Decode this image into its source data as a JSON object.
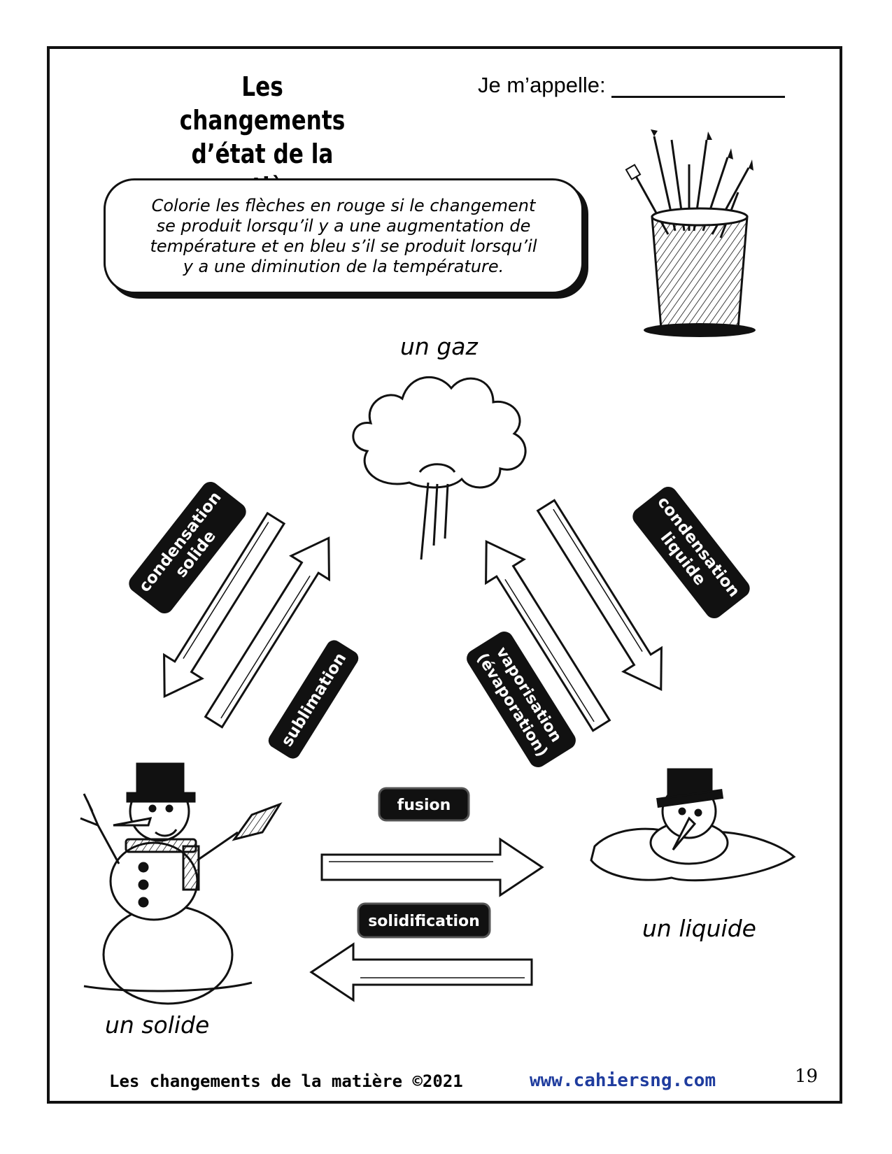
{
  "title": {
    "line1": "Les changements",
    "line2": "d’état de la matière"
  },
  "name_field": {
    "label": "Je m’appelle:"
  },
  "instructions": {
    "line1": "Colorie les flèches en rouge si le changement",
    "line2": "se produit lorsqu’il y a une augmentation de",
    "line3": "température et en bleu s’il se produit lorsqu’il",
    "line4": "y a une diminution de la température."
  },
  "states": {
    "gas": "un gaz",
    "solid": "un solide",
    "liquid": "un liquide"
  },
  "tags": {
    "condensation_solide": {
      "line1": "condensation",
      "line2": "solide"
    },
    "sublimation": "sublimation",
    "condensation_liquide": {
      "line1": "condensation",
      "line2": "liquide"
    },
    "vaporisation": {
      "line1": "vaporisation",
      "line2": "(évaporation)"
    },
    "fusion": "fusion",
    "solidification": "solidification"
  },
  "footer": {
    "left": "Les changements de la matière ©2021",
    "url": "www.cahiersng.com",
    "page": "19"
  },
  "colors": {
    "url": "#1f3c9e",
    "ink": "#111111"
  }
}
